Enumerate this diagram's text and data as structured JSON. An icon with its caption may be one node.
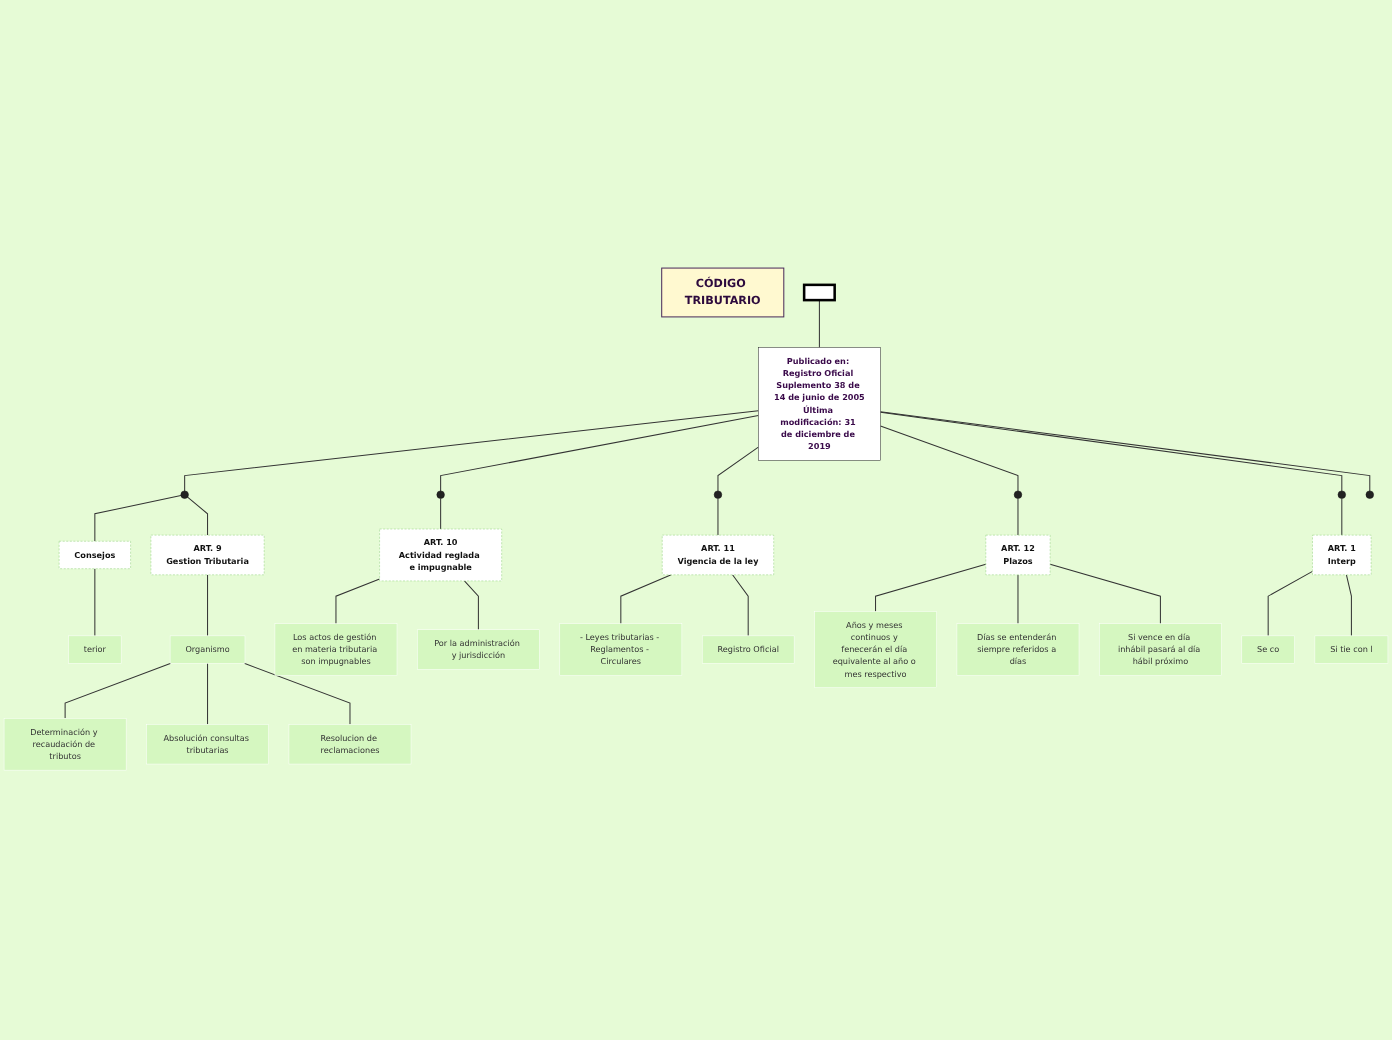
{
  "diagram": {
    "nodes": [
      {
        "text": [
          "CÓDIGO TRIBUTARIO"
        ]
      },
      {
        "text": [],
        "shape": "box"
      },
      {
        "text": [
          "Publicado en: Registro Oficial Suplemento 38 de 14 de junio de 2005",
          "Última modificación: 31 de diciembre de 2019"
        ]
      },
      {
        "text": [],
        "shape": "circle"
      },
      {
        "text": [],
        "shape": "circle"
      },
      {
        "text": [],
        "shape": "circle"
      },
      {
        "text": [],
        "shape": "circle"
      },
      {
        "text": [],
        "shape": "circle"
      },
      {
        "text": [],
        "shape": "circle"
      },
      {
        "text": [
          "Consejos"
        ]
      },
      {
        "text": [
          "terior"
        ]
      },
      {
        "text": [
          "ART. 9",
          "Gestion Tributaria"
        ]
      },
      {
        "text": [
          "Organismo"
        ]
      },
      {
        "text": [
          "Determinación y recaudación de tributos"
        ]
      },
      {
        "text": [
          "Absolución consultas tributarias"
        ]
      },
      {
        "text": [
          "Resolucion de reclamaciones"
        ]
      },
      {
        "text": [
          "ART. 10",
          "Actividad reglada e impugnable"
        ]
      },
      {
        "text": [
          "Los actos de gestión en materia tributaria son impugnables"
        ]
      },
      {
        "text": [
          "Por la administración y jurisdicción"
        ]
      },
      {
        "text": [
          "ART. 11",
          "Vigencia de la ley"
        ]
      },
      {
        "text": [
          "- Leyes tributarias - Reglamentos - Circulares"
        ]
      },
      {
        "text": [
          "Registro Oficial"
        ]
      },
      {
        "text": [
          "ART. 12",
          "Plazos"
        ]
      },
      {
        "text": [
          "Años y meses continuos y fenecerán el día equivalente al año o mes respectivo"
        ]
      },
      {
        "text": [
          "Días se entenderán siempre referidos a días"
        ]
      },
      {
        "text": [
          "Si vence en día inhábil pasará al día hábil próximo"
        ]
      },
      {
        "text": [
          "ART. 1",
          "Interp"
        ]
      },
      {
        "text": [
          "Se co"
        ]
      },
      {
        "text": [
          "Si tie con l"
        ]
      }
    ],
    "edges": [
      {
        "from": 1,
        "to": 2,
        "arrow": "none"
      },
      {
        "from": 2,
        "to": 3,
        "arrow": "none"
      },
      {
        "from": 2,
        "to": 4,
        "arrow": "none"
      },
      {
        "from": 2,
        "to": 5,
        "arrow": "none"
      },
      {
        "from": 2,
        "to": 6,
        "arrow": "none"
      },
      {
        "from": 2,
        "to": 7,
        "arrow": "none"
      },
      {
        "from": 2,
        "to": 8,
        "arrow": "none"
      },
      {
        "from": 3,
        "to": 9,
        "arrow": "none"
      },
      {
        "from": 9,
        "to": 10,
        "arrow": "none"
      },
      {
        "from": 3,
        "to": 11,
        "arrow": "none"
      },
      {
        "from": 11,
        "to": 12,
        "arrow": "none"
      },
      {
        "from": 12,
        "to": 13,
        "arrow": "none"
      },
      {
        "from": 12,
        "to": 14,
        "arrow": "none"
      },
      {
        "from": 12,
        "to": 15,
        "arrow": "none"
      },
      {
        "from": 4,
        "to": 16,
        "arrow": "none"
      },
      {
        "from": 16,
        "to": 17,
        "arrow": "none"
      },
      {
        "from": 16,
        "to": 18,
        "arrow": "none"
      },
      {
        "from": 5,
        "to": 19,
        "arrow": "none"
      },
      {
        "from": 19,
        "to": 20,
        "arrow": "none"
      },
      {
        "from": 19,
        "to": 21,
        "arrow": "none"
      },
      {
        "from": 6,
        "to": 22,
        "arrow": "none"
      },
      {
        "from": 22,
        "to": 23,
        "arrow": "none"
      },
      {
        "from": 22,
        "to": 24,
        "arrow": "none"
      },
      {
        "from": 22,
        "to": 25,
        "arrow": "none"
      },
      {
        "from": 7,
        "to": 26,
        "arrow": "none"
      },
      {
        "from": 26,
        "to": 27,
        "arrow": "none"
      },
      {
        "from": 26,
        "to": 28,
        "arrow": "none"
      }
    ]
  }
}
